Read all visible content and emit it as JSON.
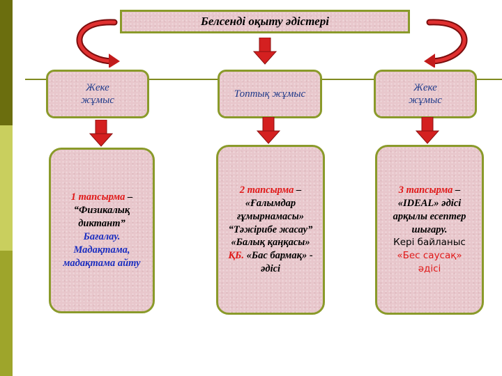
{
  "title": "Белсенді оқыту әдістері",
  "mid_boxes": [
    {
      "label": "Жеке\nжұмыс"
    },
    {
      "label": "Топтық жұмыс"
    },
    {
      "label": "Жеке\nжұмыс"
    }
  ],
  "task1": {
    "num": "1 тапсырма",
    "dash": " –",
    "name": "“Физикалық диктант”",
    "assess": "Бағалау. Мадақтама, мадақтама айту"
  },
  "task2": {
    "num": "2 тапсырма",
    "dash": " –",
    "name": "«Ғалымдар ғұмырнамасы» “Тәжірибе жасау” «Балық қаңқасы»",
    "kb": "ҚБ.",
    "method": "«Бас бармақ» - әдісі"
  },
  "task3": {
    "num": "3 тапсырма",
    "dash": " –",
    "name": "«IDEAL» әдісі арқылы есептер шығару.",
    "feedback": "Кері байланыс",
    "method": "«Бес саусақ»",
    "method_suffix": "әдісі"
  },
  "colors": {
    "box_fill": "#e8c7cc",
    "box_border": "#8a9a2a",
    "arrow": "#d42020",
    "sidebar": [
      "#6b6e0e",
      "#c7cc5a",
      "#9aa12a"
    ]
  }
}
